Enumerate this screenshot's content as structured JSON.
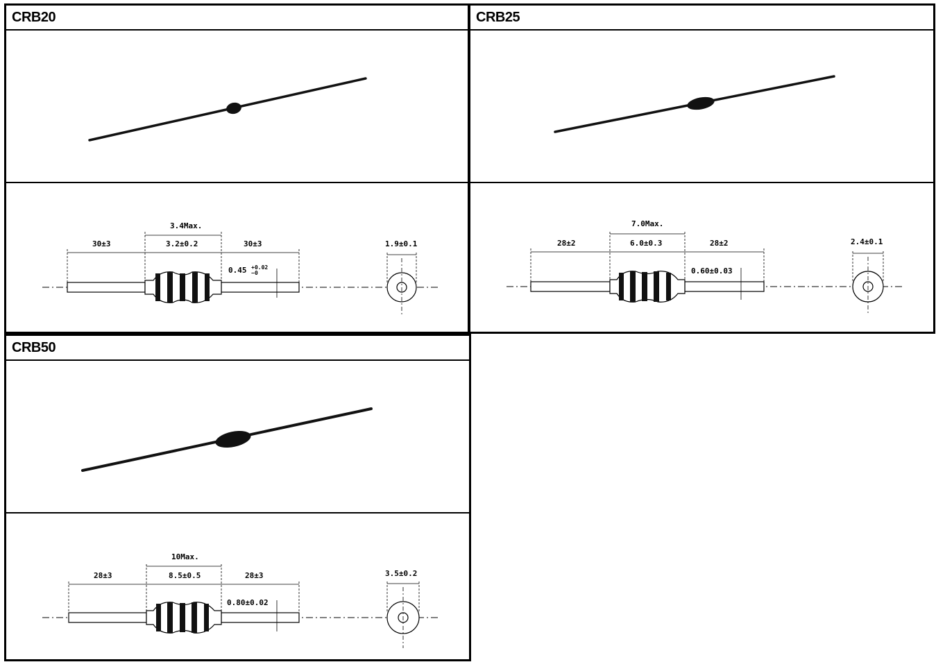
{
  "panels": [
    {
      "id": "crb20",
      "title": "CRB20",
      "dims": {
        "max_length": "3.4Max.",
        "lead_left": "30±3",
        "body_length": "3.2±0.2",
        "lead_right": "30±3",
        "lead_diameter_value": "0.45",
        "lead_diameter_tol_plus": "+0.02",
        "lead_diameter_tol_minus": "−0",
        "body_diameter": "1.9±0.1"
      }
    },
    {
      "id": "crb25",
      "title": "CRB25",
      "dims": {
        "max_length": "7.0Max.",
        "lead_left": "28±2",
        "body_length": "6.0±0.3",
        "lead_right": "28±2",
        "lead_diameter": "0.60±0.03",
        "body_diameter": "2.4±0.1"
      }
    },
    {
      "id": "crb50",
      "title": "CRB50",
      "dims": {
        "max_length": "10Max.",
        "lead_left": "28±3",
        "body_length": "8.5±0.5",
        "lead_right": "28±3",
        "lead_diameter": "0.80±0.02",
        "body_diameter": "3.5±0.2"
      }
    }
  ]
}
